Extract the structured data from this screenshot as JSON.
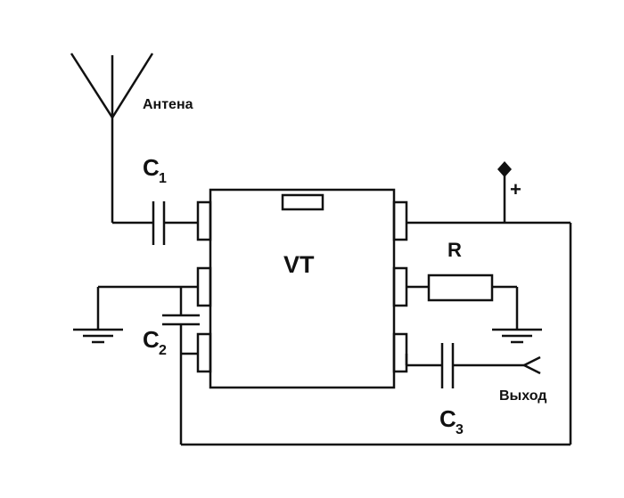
{
  "labels": {
    "antenna": "Антена",
    "c1_letter": "C",
    "c1_sub": "1",
    "c2_letter": "C",
    "c2_sub": "2",
    "c3_letter": "C",
    "c3_sub": "3",
    "chip": "VT",
    "resistor": "R",
    "plus": "+",
    "output": "Выход"
  }
}
